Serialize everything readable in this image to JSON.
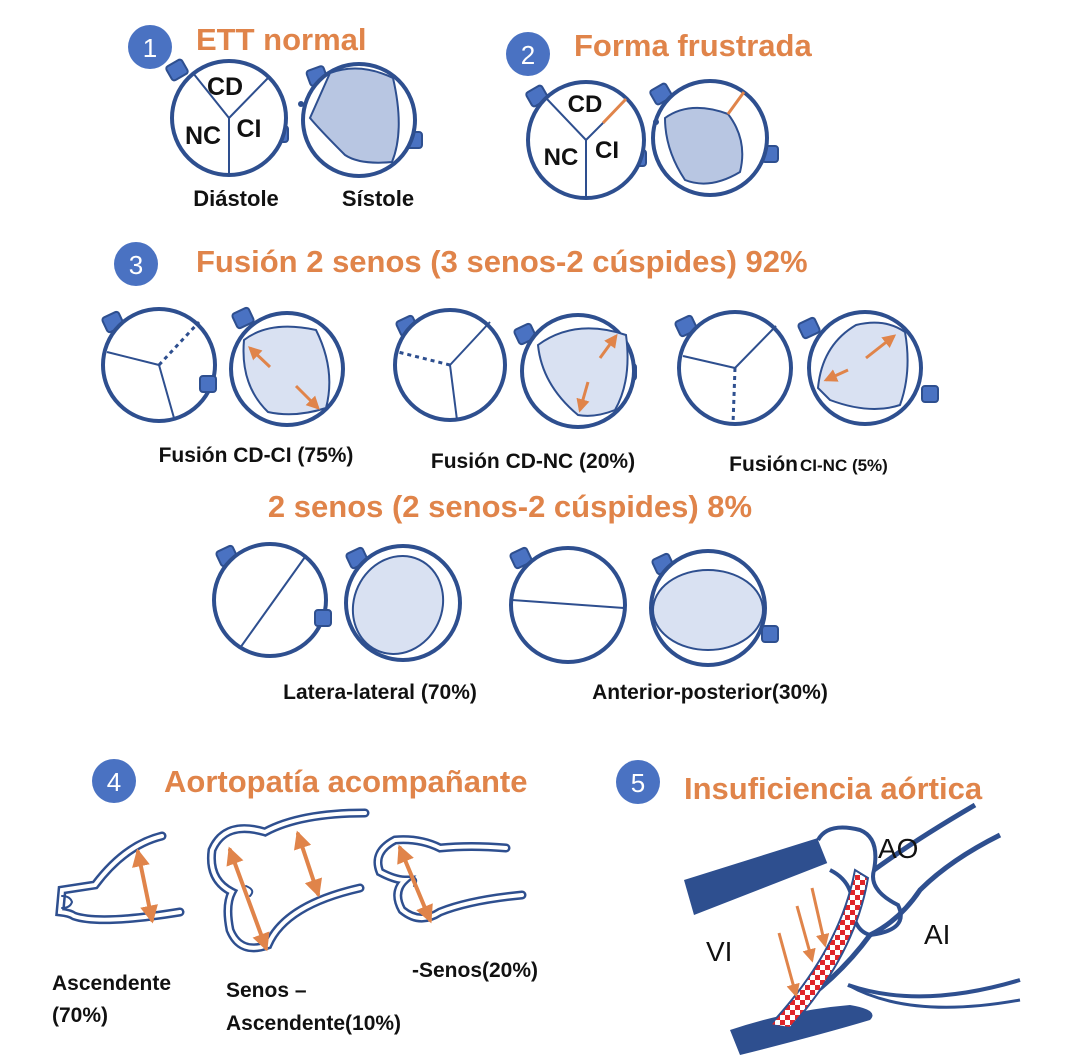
{
  "colors": {
    "blue": "#2e4f8f",
    "badge": "#4a72c2",
    "fill": "#b8c6e2",
    "fill_light": "#d9e1f2",
    "orange": "#e0844a",
    "red": "#e0252a"
  },
  "s1": {
    "num": "1",
    "title": "ETT normal",
    "cd": "CD",
    "nc": "NC",
    "ci": "CI",
    "diastole": "Diástole",
    "sistole": "Sístole"
  },
  "s2": {
    "num": "2",
    "title": "Forma frustrada",
    "cd": "CD",
    "nc": "NC",
    "ci": "CI"
  },
  "s3": {
    "num": "3",
    "title": "Fusión 2 senos (3 senos-2 cúspides) 92%",
    "fusion_cdci": "Fusión CD-CI (75%)",
    "fusion_cdnc": "Fusión CD-NC (20%)",
    "fusion_prefix": "Fusión ",
    "fusion_cinc": "CI-NC (5%)"
  },
  "s3b": {
    "title": "2 senos (2 senos-2 cúspides) 8%",
    "latero": "Latera-lateral (70%)",
    "antpost": "Anterior-posterior(30%)"
  },
  "s4": {
    "num": "4",
    "title": "Aortopatía acompañante",
    "asc_line1": "Ascendente",
    "asc_line2": "(70%)",
    "senos_line1": "Senos –",
    "senos_line2": "Ascendente(10%)",
    "senos_only": "-Senos(20%)"
  },
  "s5": {
    "num": "5",
    "title": "Insuficiencia aórtica",
    "ao": "AO",
    "ai": "AI",
    "vi": "VI"
  }
}
